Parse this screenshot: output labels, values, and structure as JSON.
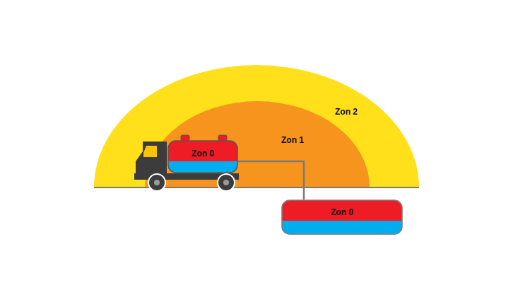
{
  "diagram": {
    "nodes": [
      {
        "text": [
          "Zon 2"
        ]
      },
      {
        "text": [
          "Zon 1"
        ],
        "in": 0
      },
      {
        "text": [
          "Zon 0"
        ],
        "in": 1
      },
      {
        "text": [
          "Zon 0"
        ]
      }
    ],
    "edges": [
      {
        "from": 2,
        "to": 3,
        "arrow": "none"
      }
    ]
  }
}
